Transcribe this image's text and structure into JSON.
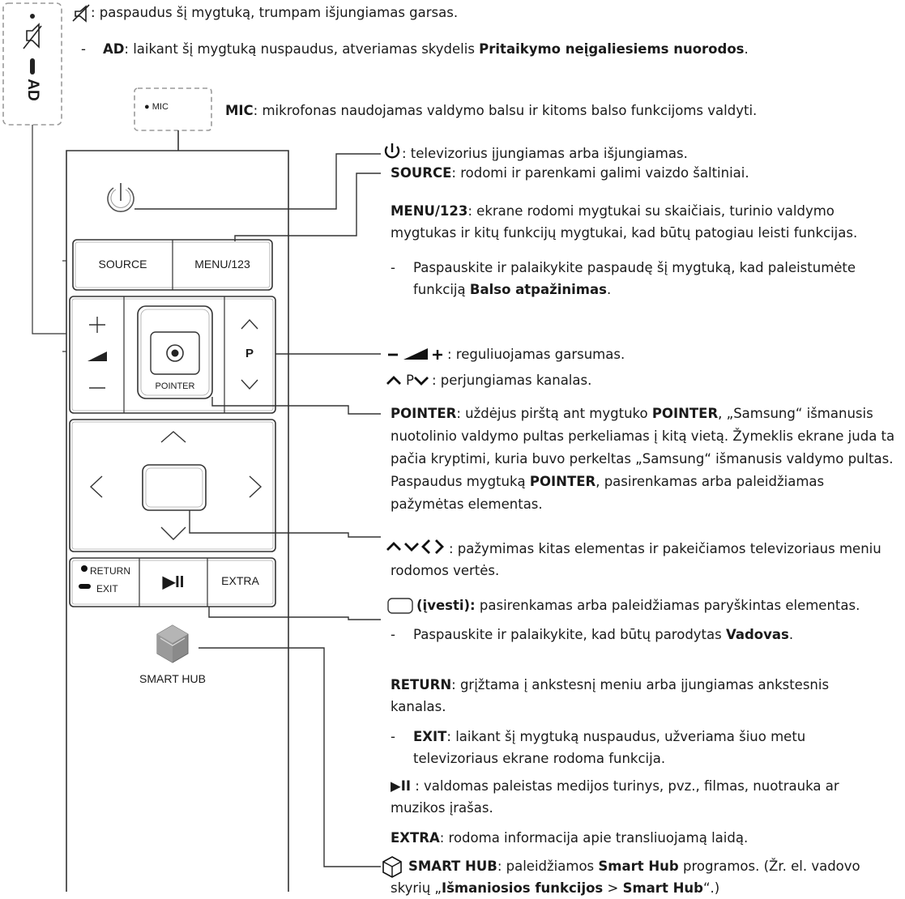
{
  "colors": {
    "ink": "#1a1a1a",
    "line": "#333333",
    "dashed": "#9a9a9a",
    "hub_gray": "#8a8a8a"
  },
  "remote": {
    "mic_label": "MIC",
    "ad_label": "AD",
    "source_label": "SOURCE",
    "menu123_label": "MENU/123",
    "channel_label": "P",
    "pointer_label": "POINTER",
    "return_label": "RETURN",
    "exit_label": "EXIT",
    "play_pause_label": "▶II",
    "extra_label": "EXTRA",
    "smart_hub_label": "SMART HUB"
  },
  "descriptions": {
    "mute": {
      "text": ": paspaudus šį mygtuką, trumpam išjungiamas garsas."
    },
    "ad": {
      "dash": "-",
      "term": "AD",
      "text1": ": laikant šį mygtuką nuspaudus, atveriamas skydelis ",
      "term2": "Pritaikymo neįgaliesiems nuorodos",
      "text2": "."
    },
    "mic": {
      "term": "MIC",
      "text": ": mikrofonas naudojamas valdymo balsu ir kitoms balso funkcijoms valdyti."
    },
    "power": {
      "text": ": televizorius įjungiamas arba išjungiamas."
    },
    "source": {
      "term": "SOURCE",
      "text": ": rodomi ir parenkami galimi vaizdo šaltiniai."
    },
    "menu": {
      "term": "MENU/123",
      "text": ": ekrane rodomi mygtukai su skaičiais, turinio valdymo mygtukas ir kitų funkcijų mygtukai, kad būtų patogiau leisti funkcijas."
    },
    "menu_note": {
      "dash": "-",
      "text1": "Paspauskite ir palaikykite paspaudę šį mygtuką, kad paleistumėte funkciją ",
      "term": "Balso atpažinimas",
      "text2": "."
    },
    "volume": {
      "symbol": "– ◢ +",
      "text": ": reguliuojamas garsumas."
    },
    "channel": {
      "symbol_up": "∧",
      "symbol_p": "P",
      "symbol_down": "∨",
      "text": ": perjungiamas kanalas."
    },
    "pointer": {
      "term": "POINTER",
      "text1": ": uždėjus pirštą ant mygtuko ",
      "term2": "POINTER",
      "text2": ", „Samsung“ išmanusis nuotolinio valdymo pultas perkeliamas į kitą vietą. Žymeklis ekrane juda ta pačia kryptimi, kuria buvo perkeltas „Samsung“ išmanusis valdymo pultas. Paspaudus mygtuką ",
      "term3": "POINTER",
      "text3": ", pasirenkamas arba paleidžiamas pažymėtas elementas."
    },
    "arrows": {
      "symbol": "∧ ∨ ‹ ›",
      "text": ": pažymimas kitas elementas ir pakeičiamos televizoriaus meniu rodomos vertės."
    },
    "enter": {
      "term": "(įvesti):",
      "text": " pasirenkamas arba paleidžiamas paryškintas elementas."
    },
    "enter_note": {
      "dash": "-",
      "text1": "Paspauskite ir palaikykite, kad būtų parodytas ",
      "term": "Vadovas",
      "text2": "."
    },
    "return": {
      "term": "RETURN",
      "text": ": grįžtama į ankstesnį meniu arba įjungiamas ankstesnis kanalas."
    },
    "exit_note": {
      "dash": "-",
      "term": "EXIT",
      "text": ": laikant šį mygtuką nuspaudus, užveriama šiuo metu televizoriaus ekrane rodoma funkcija."
    },
    "play": {
      "symbol": "▶II",
      "text": " : valdomas paleistas medijos turinys, pvz., filmas, nuotrauka ar muzikos įrašas."
    },
    "extra": {
      "term": "EXTRA",
      "text": ": rodoma informacija apie transliuojamą laidą."
    },
    "smarthub": {
      "term": "SMART HUB",
      "text1": ": paleidžiamos ",
      "term2": "Smart Hub",
      "text2": " programos. (Žr. el. vadovo skyrių „",
      "term3": "Išmaniosios funkcijos",
      "text3": " > ",
      "term4": "Smart Hub",
      "text4": "“.)"
    }
  }
}
